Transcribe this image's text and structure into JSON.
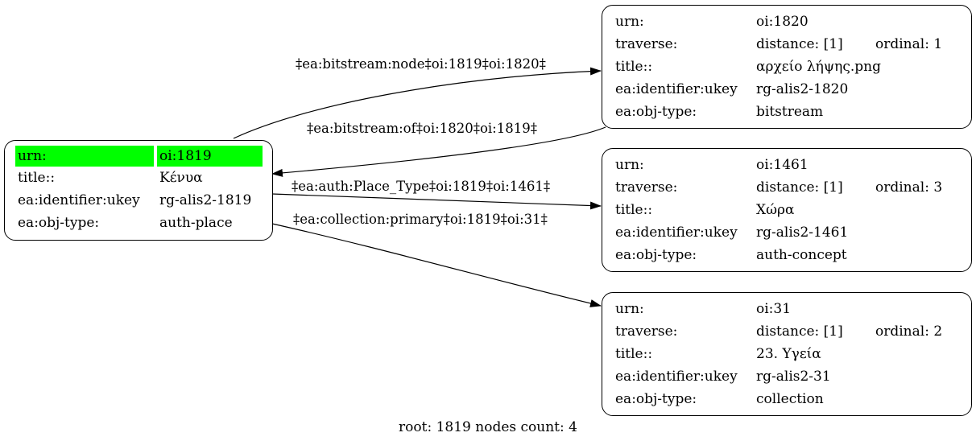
{
  "nodes": {
    "root": {
      "rows": [
        {
          "key": "urn:",
          "value": "oi:1819",
          "highlight": true
        },
        {
          "key": "title::",
          "value": "Κένυα"
        },
        {
          "key": "ea:identifier:ukey",
          "value": "rg-alis2-1819"
        },
        {
          "key": "ea:obj-type:",
          "value": "auth-place"
        }
      ]
    },
    "n1820": {
      "urn_key": "urn:",
      "urn": "oi:1820",
      "traverse_key": "traverse:",
      "distance": "distance: [1]",
      "ordinal": "ordinal: 1",
      "title_key": "title::",
      "title": "αρχείο λήψης.png",
      "ukey_key": "ea:identifier:ukey",
      "ukey": "rg-alis2-1820",
      "type_key": "ea:obj-type:",
      "type": "bitstream"
    },
    "n1461": {
      "urn_key": "urn:",
      "urn": "oi:1461",
      "traverse_key": "traverse:",
      "distance": "distance: [1]",
      "ordinal": "ordinal: 3",
      "title_key": "title::",
      "title": "Χώρα",
      "ukey_key": "ea:identifier:ukey",
      "ukey": "rg-alis2-1461",
      "type_key": "ea:obj-type:",
      "type": "auth-concept"
    },
    "n31": {
      "urn_key": "urn:",
      "urn": "oi:31",
      "traverse_key": "traverse:",
      "distance": "distance: [1]",
      "ordinal": "ordinal: 2",
      "title_key": "title::",
      "title": "23. Υγεία",
      "ukey_key": "ea:identifier:ukey",
      "ukey": "rg-alis2-31",
      "type_key": "ea:obj-type:",
      "type": "collection"
    }
  },
  "edges": {
    "node_1819_1820": "‡ea:bitstream:node‡oi:1819‡oi:1820‡",
    "of_1820_1819": "‡ea:bitstream:of‡oi:1820‡oi:1819‡",
    "place_type_1819_1461": "‡ea:auth:Place_Type‡oi:1819‡oi:1461‡",
    "collection_1819_31": "‡ea:collection:primary‡oi:1819‡oi:31‡"
  },
  "footer": "root: 1819 nodes count: 4",
  "colors": {
    "highlight": "#00ff00",
    "line": "#000000",
    "background": "#ffffff"
  }
}
